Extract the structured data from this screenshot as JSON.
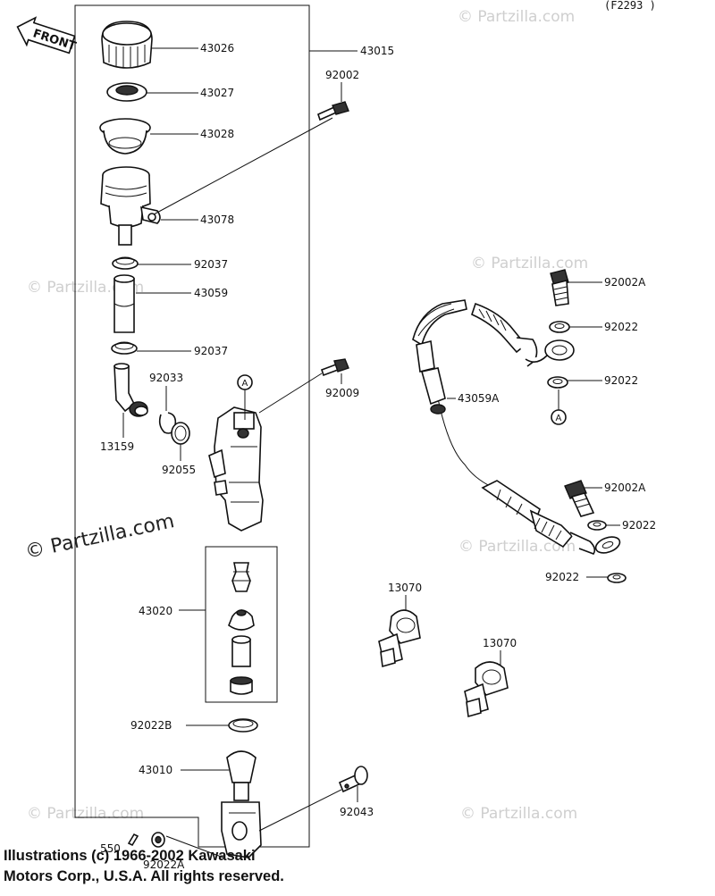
{
  "figure_code": "(F2293 )",
  "front_label": "FRONT",
  "circle_marker": "A",
  "watermark": "© Partzilla.com",
  "watermark_big": "© Partzilla.com",
  "copyright_line1": "Illustrations (c) 1966-2002 Kawasaki",
  "copyright_line2": "Motors Corp., U.S.A.  All rights reserved.",
  "parts": {
    "p43026": "43026",
    "p43015": "43015",
    "p43027": "43027",
    "p92002": "92002",
    "p43028": "43028",
    "p43078": "43078",
    "p92037a": "92037",
    "p43059": "43059",
    "p92037b": "92037",
    "p92033": "92033",
    "p92009": "92009",
    "p13159": "13159",
    "p92055": "92055",
    "p43020": "43020",
    "p92022B": "92022B",
    "p43010": "43010",
    "p92043": "92043",
    "p550": "550",
    "p92022A": "92022A",
    "p92002A_top": "92002A",
    "p92022_1": "92022",
    "p92022_2": "92022",
    "p43059A": "43059A",
    "p92002A_bot": "92002A",
    "p92022_3": "92022",
    "p92022_4": "92022",
    "p13070a": "13070",
    "p13070b": "13070"
  }
}
